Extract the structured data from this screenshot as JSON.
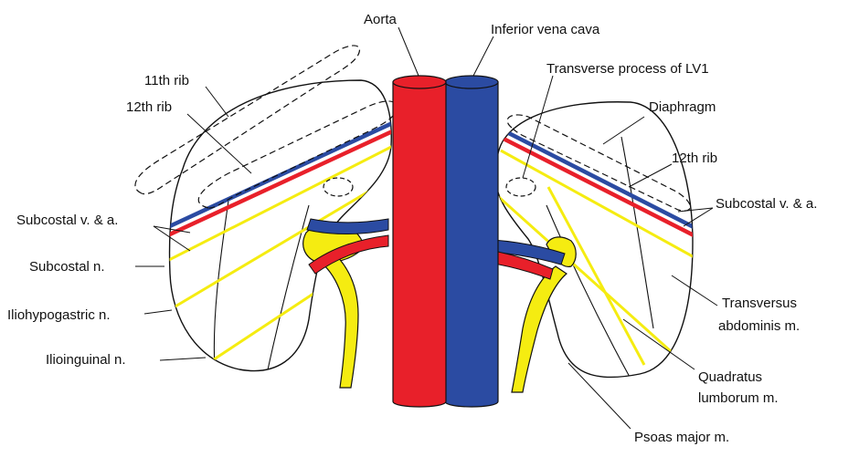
{
  "colors": {
    "aorta": "#E8202A",
    "vena_cava": "#2B4BA2",
    "nerve": "#F5EC11",
    "outline": "#111111",
    "background": "#ffffff"
  },
  "labels": {
    "aorta": "Aorta",
    "ivc": "Inferior vena cava",
    "transverse_process": "Transverse process of LV1",
    "rib11": "11th rib",
    "rib12_left": "12th rib",
    "diaphragm": "Diaphragm",
    "rib12_right": "12th rib",
    "subcostal_va_left": "Subcostal v. & a.",
    "subcostal_va_right": "Subcostal v. & a.",
    "subcostal_n": "Subcostal n.",
    "iliohypogastric_n": "Iliohypogastric n.",
    "ilioinguinal_n": "Ilioinguinal n.",
    "transversus_1": "Transversus",
    "transversus_2": "abdominis m.",
    "quadratus_1": "Quadratus",
    "quadratus_2": "lumborum m.",
    "psoas": "Psoas major m."
  }
}
